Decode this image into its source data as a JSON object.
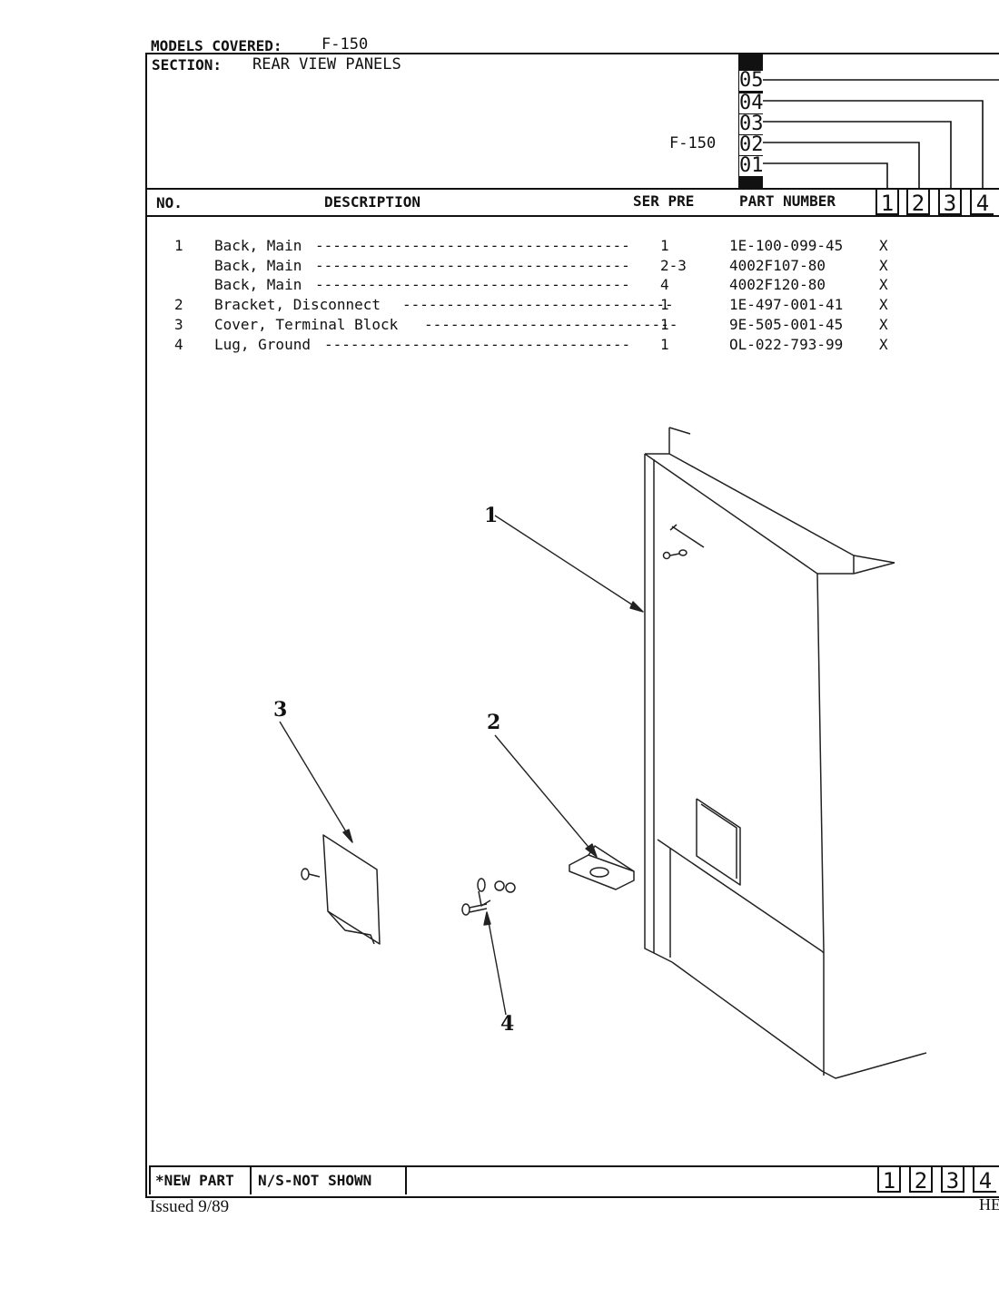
{
  "header": {
    "models_label": "MODELS COVERED:",
    "models_value": "F-150",
    "section_label": "SECTION:",
    "section_value": "REAR VIEW PANELS",
    "model_tag": "F-150",
    "serial_codes": [
      "05",
      "04",
      "03",
      "02",
      "01"
    ]
  },
  "table": {
    "columns": {
      "no": "NO.",
      "description": "DESCRIPTION",
      "ser_pre": "SER PRE",
      "part_number": "PART NUMBER"
    },
    "column_numbers": [
      "1",
      "2",
      "3",
      "4"
    ],
    "rows": [
      {
        "no": "1",
        "description": "Back, Main",
        "ser": "1",
        "part": "1E-100-099-45",
        "mark": "X"
      },
      {
        "no": "",
        "description": "Back, Main",
        "ser": "2-3",
        "part": "4002F107-80",
        "mark": "X"
      },
      {
        "no": "",
        "description": "Back, Main",
        "ser": "4",
        "part": "4002F120-80",
        "mark": "X"
      },
      {
        "no": "2",
        "description": "Bracket, Disconnect",
        "ser": "1",
        "part": "1E-497-001-41",
        "mark": "X"
      },
      {
        "no": "3",
        "description": "Cover, Terminal Block",
        "ser": "1",
        "part": "9E-505-001-45",
        "mark": "X"
      },
      {
        "no": "4",
        "description": "Lug, Ground",
        "ser": "1",
        "part": "OL-022-793-99",
        "mark": "X"
      }
    ]
  },
  "diagram": {
    "callouts": [
      "1",
      "2",
      "3",
      "4"
    ]
  },
  "footer": {
    "new_part": "*NEW PART",
    "not_shown": "N/S-NOT SHOWN",
    "column_numbers": [
      "1",
      "2",
      "3",
      "4"
    ],
    "issued": "Issued 9/89",
    "code": "HE"
  }
}
